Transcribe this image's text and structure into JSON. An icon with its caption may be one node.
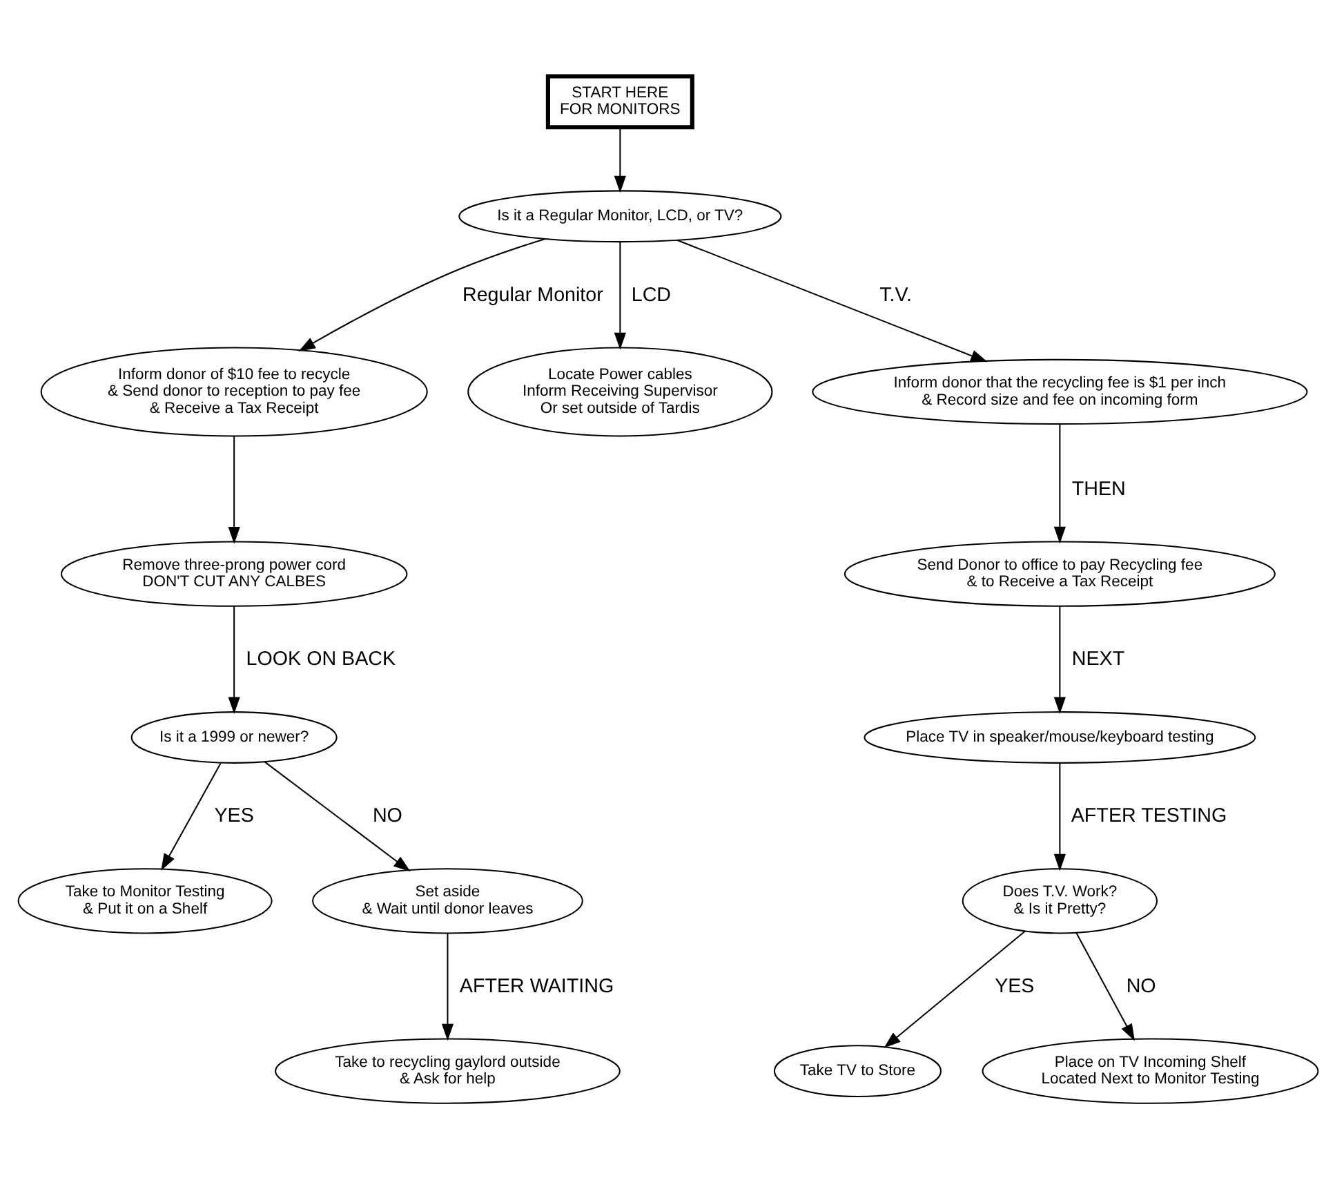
{
  "diagram": {
    "nodes": [
      {
        "text": [
          "START HERE",
          "FOR MONITORS"
        ]
      },
      {
        "text": [
          "Is it a Regular Monitor, LCD, or TV?"
        ]
      },
      {
        "text": [
          "Inform donor of $10 fee to recycle",
          "& Send donor to reception to pay fee",
          "& Receive a Tax Receipt"
        ]
      },
      {
        "text": [
          "Locate Power cables",
          "Inform Receiving Supervisor",
          "Or set outside of Tardis"
        ]
      },
      {
        "text": [
          "Inform donor that the recycling fee is $1 per inch",
          "& Record size and fee on incoming form"
        ]
      },
      {
        "text": [
          "Remove three-prong power cord",
          "DON'T CUT ANY CALBES"
        ]
      },
      {
        "text": [
          "Is it a 1999 or newer?"
        ]
      },
      {
        "text": [
          "Take to Monitor Testing",
          "& Put it on a Shelf"
        ]
      },
      {
        "text": [
          "Set aside",
          "& Wait until donor leaves"
        ]
      },
      {
        "text": [
          "Take to recycling gaylord outside",
          "& Ask for help"
        ]
      },
      {
        "text": [
          "Send Donor to office to pay Recycling fee",
          "& to Receive a Tax Receipt"
        ]
      },
      {
        "text": [
          "Place TV in speaker/mouse/keyboard testing"
        ]
      },
      {
        "text": [
          "Does T.V. Work?",
          "& Is it Pretty?"
        ]
      },
      {
        "text": [
          "Take TV to Store"
        ]
      },
      {
        "text": [
          "Place on TV Incoming Shelf",
          "Located Next to Monitor Testing"
        ]
      }
    ],
    "edges": [
      {
        "from": 0,
        "to": 1,
        "arrow": "to"
      },
      {
        "from": 1,
        "to": 2,
        "arrow": "to",
        "label": "Regular Monitor"
      },
      {
        "from": 1,
        "to": 3,
        "arrow": "to",
        "label": "LCD"
      },
      {
        "from": 1,
        "to": 4,
        "arrow": "to",
        "label": "T.V."
      },
      {
        "from": 2,
        "to": 5,
        "arrow": "to"
      },
      {
        "from": 5,
        "to": 6,
        "arrow": "to",
        "label": "LOOK ON BACK"
      },
      {
        "from": 6,
        "to": 7,
        "arrow": "to",
        "label": "YES"
      },
      {
        "from": 6,
        "to": 8,
        "arrow": "to",
        "label": "NO"
      },
      {
        "from": 8,
        "to": 9,
        "arrow": "to",
        "label": "AFTER WAITING"
      },
      {
        "from": 4,
        "to": 10,
        "arrow": "to",
        "label": "THEN"
      },
      {
        "from": 10,
        "to": 11,
        "arrow": "to",
        "label": "NEXT"
      },
      {
        "from": 11,
        "to": 12,
        "arrow": "to",
        "label": "AFTER TESTING"
      },
      {
        "from": 12,
        "to": 13,
        "arrow": "to",
        "label": "YES"
      },
      {
        "from": 12,
        "to": 14,
        "arrow": "to",
        "label": "NO"
      }
    ]
  }
}
